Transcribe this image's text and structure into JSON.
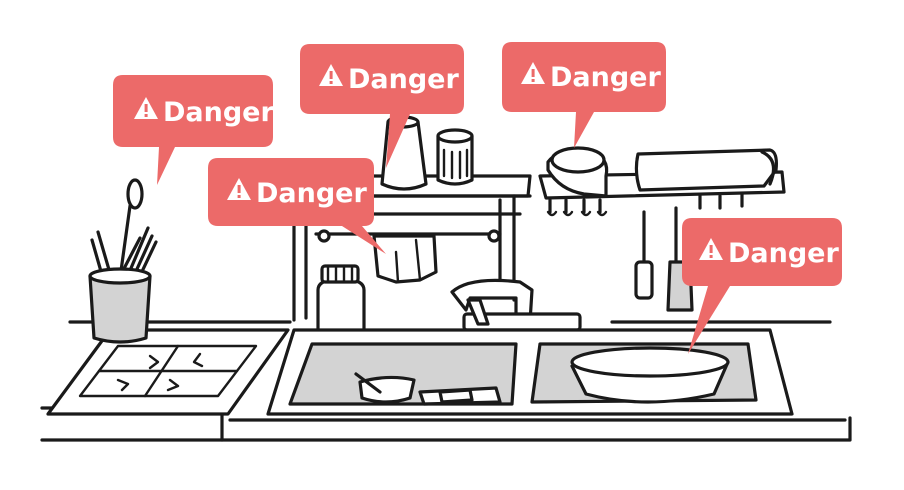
{
  "colors": {
    "bubble": "#ec6a69",
    "bubble_text": "#ffffff",
    "line": "#1a1a1a",
    "sink_grey": "#d3d3d3",
    "background": "#ffffff"
  },
  "warnings": [
    {
      "id": "utensil-holder",
      "icon": "warning-triangle-icon",
      "label": "Danger"
    },
    {
      "id": "cups",
      "icon": "warning-triangle-icon",
      "label": "Danger"
    },
    {
      "id": "bowl-rack",
      "icon": "warning-triangle-icon",
      "label": "Danger"
    },
    {
      "id": "towel",
      "icon": "warning-triangle-icon",
      "label": "Danger"
    },
    {
      "id": "sink-basin",
      "icon": "warning-triangle-icon",
      "label": "Danger"
    }
  ]
}
